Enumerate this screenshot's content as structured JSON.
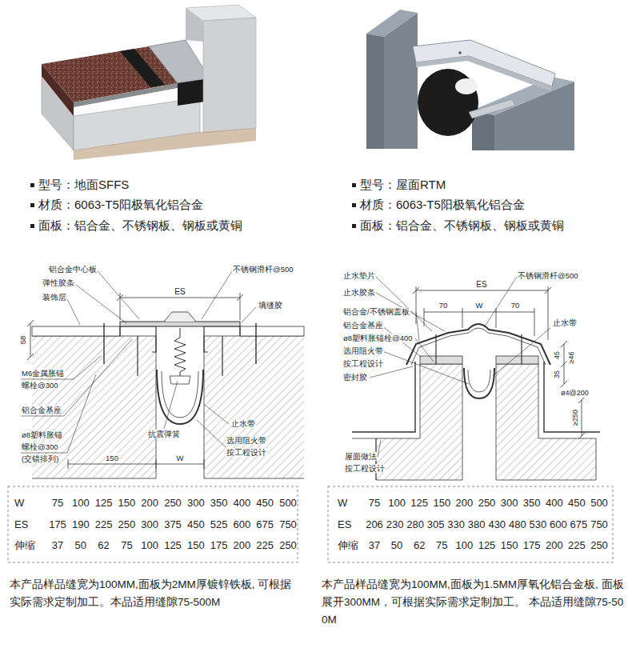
{
  "diagram": {
    "labels": [
      "型号：地面SFFS",
      "材质：6063-T5阳极氧化铝合金",
      "面板：铝合金、不锈钢板、钢板或黄铜",
      "型号：屋面RTM",
      "材质：6063-T5阳极氧化铝合金",
      "面板：铝合金、不锈钢板、钢板或黄铜",
      "铝合金中心板",
      "不锈钢滑杆@500",
      "弹性胶条",
      "ES",
      "装饰层",
      "填缝胶",
      "58",
      "M6金属胀锚",
      "螺栓@300",
      "铝合金基座",
      "ø8塑料胀锚",
      "螺栓@300",
      "(交错排列)",
      "抗震弹簧",
      "150",
      "W",
      "止水带",
      "选用阻火带",
      "按工程设计",
      "止水垫片",
      "不锈钢滑杆@500",
      "ES",
      "止水胶条",
      "70",
      "W",
      "70",
      "铝合金/不锈钢盖板",
      "铝合金基座",
      "ø8塑料胀锚栓@400",
      "止水带",
      "选用阻火带",
      "按工程设计",
      "密封胶",
      "45",
      "≥46",
      "35",
      "ø4@200",
      "≥250",
      "屋面做法",
      "按工程设计",
      "W",
      "75",
      "100",
      "125",
      "150",
      "200",
      "250",
      "300",
      "350",
      "400",
      "450",
      "500",
      "ES",
      "175",
      "190",
      "225",
      "250",
      "300",
      "375",
      "450",
      "525",
      "600",
      "675",
      "750",
      "伸缩",
      "37",
      "50",
      "62",
      "75",
      "100",
      "125",
      "150",
      "175",
      "200",
      "225",
      "250",
      "W",
      "75",
      "100",
      "125",
      "150",
      "200",
      "250",
      "300",
      "350",
      "400",
      "450",
      "500",
      "ES",
      "206",
      "230",
      "280",
      "305",
      "330",
      "380",
      "430",
      "480",
      "530",
      "600",
      "675",
      "750",
      "伸缩",
      "37",
      "50",
      "62",
      "75",
      "100",
      "125",
      "150",
      "175",
      "200",
      "225",
      "250",
      "本产品样品缝宽为100MM,面板为2MM厚镀锌铁板, 可根据实际需求定制加工。本品适用缝隙75-500M",
      "本产品样品缝宽为100MM,面板为1.5MM厚氧化铝合金板, 面板展开300MM，可根据实际需求定制加工。 本品适用缝隙75-500M"
    ]
  }
}
